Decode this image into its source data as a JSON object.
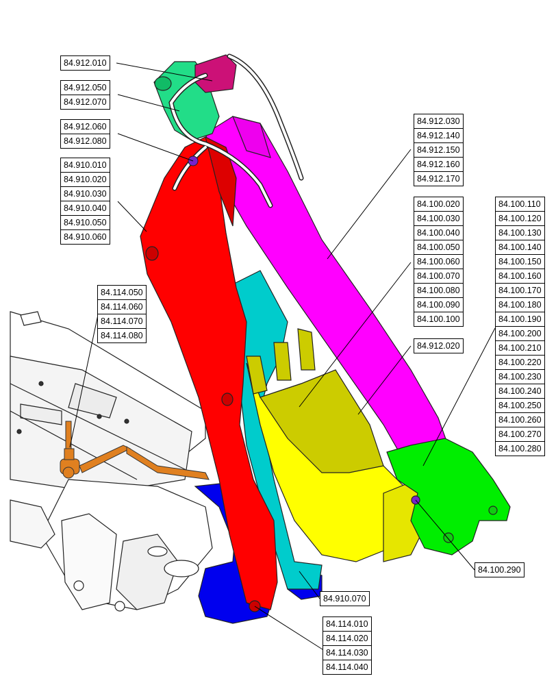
{
  "callouts": {
    "boom_hinge": [
      "84.912.010"
    ],
    "hose_clamp": [
      "84.912.050",
      "84.912.070"
    ],
    "pin_upper": [
      "84.912.060",
      "84.912.080"
    ],
    "boom": [
      "84.910.010",
      "84.910.020",
      "84.910.030",
      "84.910.040",
      "84.910.050",
      "84.910.060"
    ],
    "control_valve": [
      "84.114.050",
      "84.114.060",
      "84.114.070",
      "84.114.080"
    ],
    "dipper_hoses": [
      "84.912.030",
      "84.912.140",
      "84.912.150",
      "84.912.160",
      "84.912.170"
    ],
    "bucket": [
      "84.100.020",
      "84.100.030",
      "84.100.040",
      "84.100.050",
      "84.100.060",
      "84.100.070",
      "84.100.080",
      "84.100.090",
      "84.100.100"
    ],
    "bucket_teeth_hose": [
      "84.912.020"
    ],
    "bucket_linkage": [
      "84.100.110",
      "84.100.120",
      "84.100.130",
      "84.100.140",
      "84.100.150",
      "84.100.160",
      "84.100.170",
      "84.100.180",
      "84.100.190",
      "84.100.200",
      "84.100.210",
      "84.100.220",
      "84.100.230",
      "84.100.240",
      "84.100.250",
      "84.100.260",
      "84.100.270",
      "84.100.280"
    ],
    "bucket_pin": [
      "84.100.290"
    ],
    "boom_cylinder": [
      "84.910.070"
    ],
    "swing_bracket": [
      "84.114.010",
      "84.114.020",
      "84.114.030",
      "84.114.040"
    ]
  },
  "colors": {
    "boom": "#ff0000",
    "dipper": "#ff00ff",
    "bucket": "#ffff00",
    "bucket_inner": "#cccc00",
    "cylinder": "#00cccc",
    "linkage": "#00ee00",
    "swing": "#0000ee",
    "head": "#22dd88",
    "valve": "#cc1177",
    "control": "#e08020",
    "pin": "#7722cc"
  },
  "icons": [
    "excavator-backhoe-diagram"
  ]
}
